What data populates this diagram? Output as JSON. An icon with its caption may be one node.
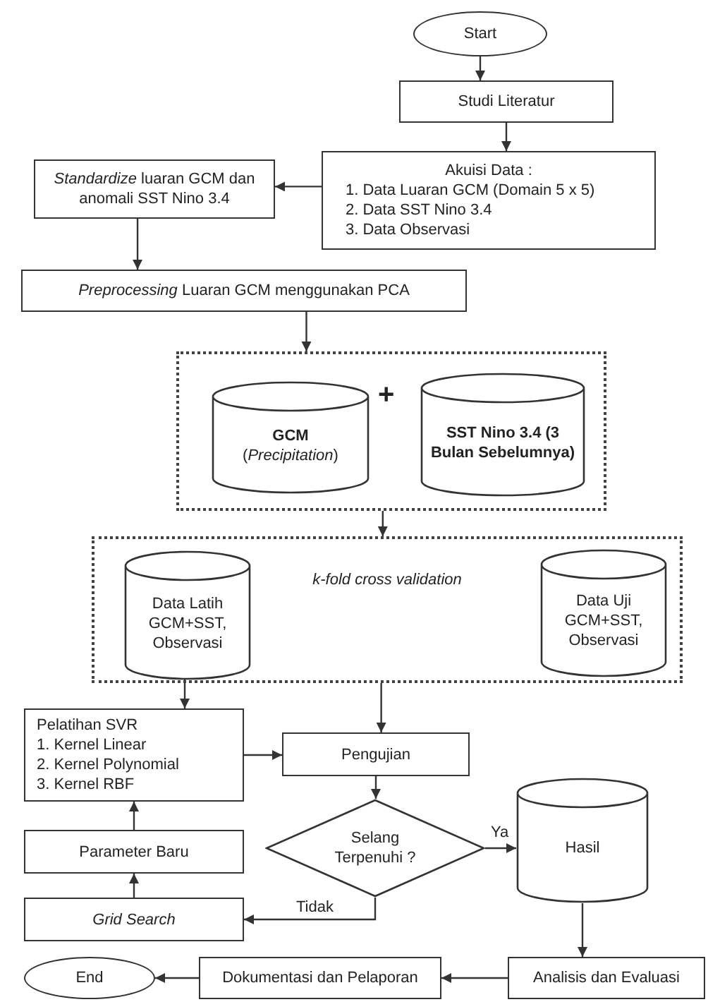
{
  "diagram": {
    "nodes": [
      {
        "text": [
          "Start"
        ]
      },
      {
        "text": [
          "Studi Literatur"
        ]
      },
      {
        "text": [
          "Akuisi Data :",
          "1. Data Luaran GCM (Domain 5 x 5)",
          "2. Data SST Nino 3.4",
          "3. Data Observasi"
        ]
      },
      {
        "text": [
          "*Standardize* luaran GCM dan anomali SST Nino 3.4"
        ]
      },
      {
        "text": [
          "*Preprocessing* Luaran GCM menggunakan PCA"
        ]
      },
      {
        "text": [],
        "shape": "box"
      },
      {
        "text": [
          "GCM",
          "(*Precipitation*)"
        ],
        "in": 5
      },
      {
        "text": [
          "SST Nino 3.4 (3 Bulan Sebelumnya)"
        ],
        "in": 5
      },
      {
        "text": [
          "k-fold cross validation"
        ]
      },
      {
        "text": [
          "Data Latih GCM+SST, Observasi"
        ],
        "in": 8
      },
      {
        "text": [
          "Data Uji GCM+SST, Observasi"
        ],
        "in": 8
      },
      {
        "text": [
          "Pelatihan SVR",
          "1. Kernel Linear",
          "2. Kernel Polynomial",
          "3. Kernel RBF"
        ]
      },
      {
        "text": [
          "Pengujian"
        ]
      },
      {
        "text": [
          "Selang Terpenuhi ?"
        ]
      },
      {
        "text": [
          "Hasil"
        ]
      },
      {
        "text": [
          "Parameter Baru"
        ]
      },
      {
        "text": [
          "Grid Search"
        ]
      },
      {
        "text": [
          "End"
        ]
      },
      {
        "text": [
          "Dokumentasi dan Pelaporan"
        ]
      },
      {
        "text": [
          "Analisis dan Evaluasi"
        ]
      }
    ],
    "edges": [
      {
        "from": 0,
        "to": 1,
        "arrow": "to"
      },
      {
        "from": 1,
        "to": 2,
        "arrow": "to"
      },
      {
        "from": 2,
        "to": 3,
        "arrow": "to"
      },
      {
        "from": 3,
        "to": 4,
        "arrow": "to"
      },
      {
        "from": 4,
        "to": 5,
        "arrow": "to"
      },
      {
        "from": 5,
        "to": 8,
        "arrow": "to"
      },
      {
        "from": 9,
        "to": 11,
        "arrow": "to"
      },
      {
        "from": 8,
        "to": 12,
        "arrow": "to"
      },
      {
        "from": 11,
        "to": 12,
        "arrow": "to"
      },
      {
        "from": 12,
        "to": 13,
        "arrow": "to"
      },
      {
        "from": 13,
        "to": 14,
        "arrow": "to",
        "label": "Ya"
      },
      {
        "from": 13,
        "to": 16,
        "arrow": "to",
        "label": "Tidak"
      },
      {
        "from": 16,
        "to": 15,
        "arrow": "to"
      },
      {
        "from": 15,
        "to": 11,
        "arrow": "to"
      },
      {
        "from": 14,
        "to": 19,
        "arrow": "to"
      },
      {
        "from": 19,
        "to": 18,
        "arrow": "to"
      },
      {
        "from": 18,
        "to": 17,
        "arrow": "to"
      }
    ],
    "labels": [
      "+"
    ]
  }
}
